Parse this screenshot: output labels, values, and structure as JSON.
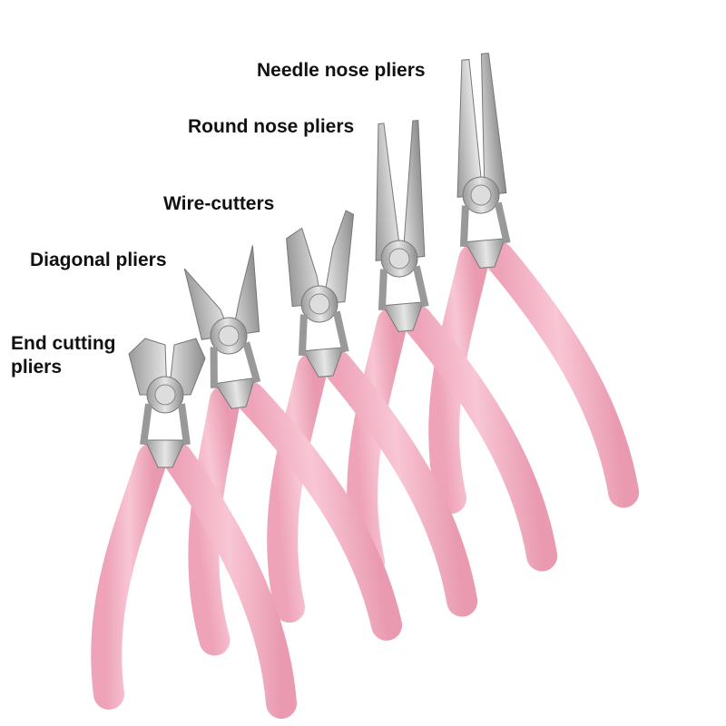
{
  "labels": {
    "needle_nose": "Needle nose pliers",
    "round_nose": "Round nose pliers",
    "wire_cutters": "Wire-cutters",
    "diagonal": "Diagonal pliers",
    "end_cutting_line1": "End cutting",
    "end_cutting_line2": "pliers"
  },
  "colors": {
    "handle": "#f4b6c8",
    "handle_shade": "#e79bb2",
    "metal": "#c9c9c9",
    "metal_dark": "#8a8a8a"
  }
}
